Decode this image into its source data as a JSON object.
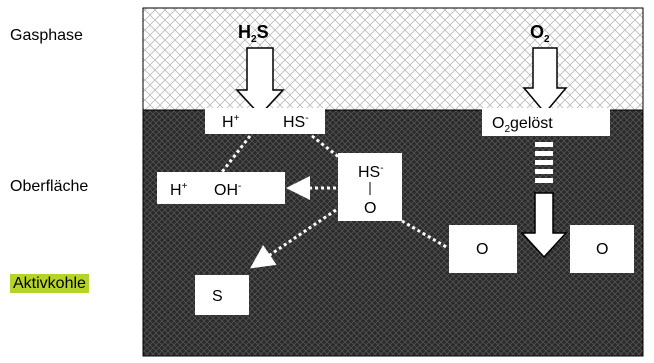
{
  "labels": {
    "gas_phase": "Gasphase",
    "surface": "Oberfläche",
    "activated_carbon": "Aktivkohle"
  },
  "species": {
    "h2s": {
      "base": "H",
      "sub": "2",
      "tail": "S"
    },
    "o2": {
      "base": "O",
      "sub": "2"
    },
    "h_plus": {
      "base": "H",
      "sup": "+"
    },
    "hs_minus": {
      "base": "HS",
      "sup": "-"
    },
    "o2_dissolved": {
      "base": "O",
      "sub": "2",
      "tail": "gelöst"
    },
    "h_plus_2": {
      "base": "H",
      "sup": "+"
    },
    "oh_minus": {
      "base": "OH",
      "sup": "-"
    },
    "hs_o_top": {
      "base": "HS",
      "sup": "-"
    },
    "hs_o_bottom": "O",
    "sulfur": "S",
    "oxygen_left": "O",
    "oxygen_right": "O"
  },
  "colors": {
    "highlight": "#b5d42a",
    "dark_region": "#2a2a2a",
    "gas_region": "#ffffff",
    "box_fill": "#ffffff",
    "arrow_dotted": "#ffffff"
  }
}
